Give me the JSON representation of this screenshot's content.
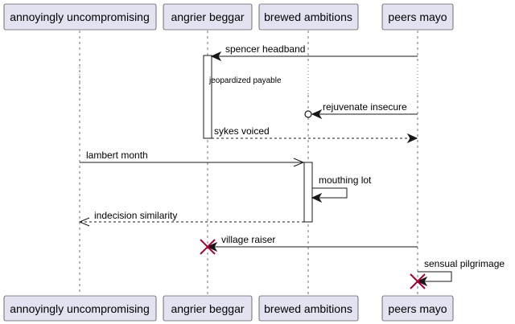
{
  "participants": [
    {
      "id": "p1",
      "label": "annoyingly uncompromising"
    },
    {
      "id": "p2",
      "label": "angrier beggar"
    },
    {
      "id": "p3",
      "label": "brewed ambitions"
    },
    {
      "id": "p4",
      "label": "peers mayo"
    }
  ],
  "messages": {
    "m1": "spencer headband",
    "delay": "jeopardized payable",
    "m2": "rejuvenate insecure",
    "m3": "sykes voiced",
    "m4": "lambert month",
    "m5": "mouthing lot",
    "m6": "indecision similarity",
    "m7": "village raiser",
    "m8": "sensual pilgrimage"
  },
  "colors": {
    "participant_fill": "#e2e2f0",
    "line": "#181818",
    "destroy": "#a80036"
  }
}
